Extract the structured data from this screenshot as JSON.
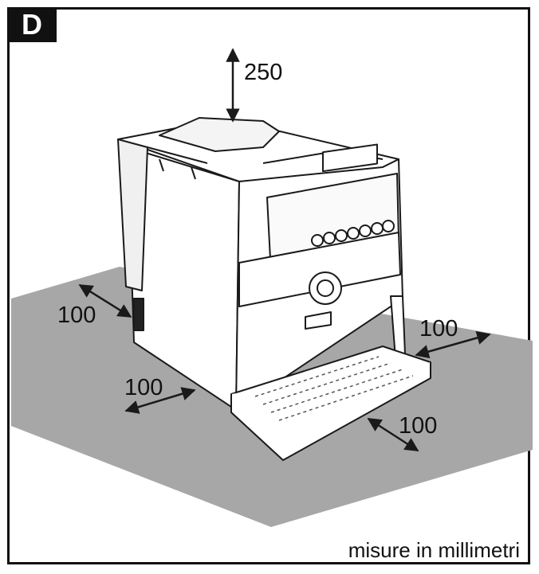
{
  "figure": {
    "label": "D",
    "caption": "misure in millimetri"
  },
  "dimensions": {
    "top": "250",
    "left_back": "100",
    "left_front": "100",
    "right_back": "100",
    "right_front": "100"
  },
  "colors": {
    "floor": "#a7a7a7",
    "outline": "#1a1a1a",
    "machine": "#ffffff",
    "shadow": "#d9d9d9"
  }
}
